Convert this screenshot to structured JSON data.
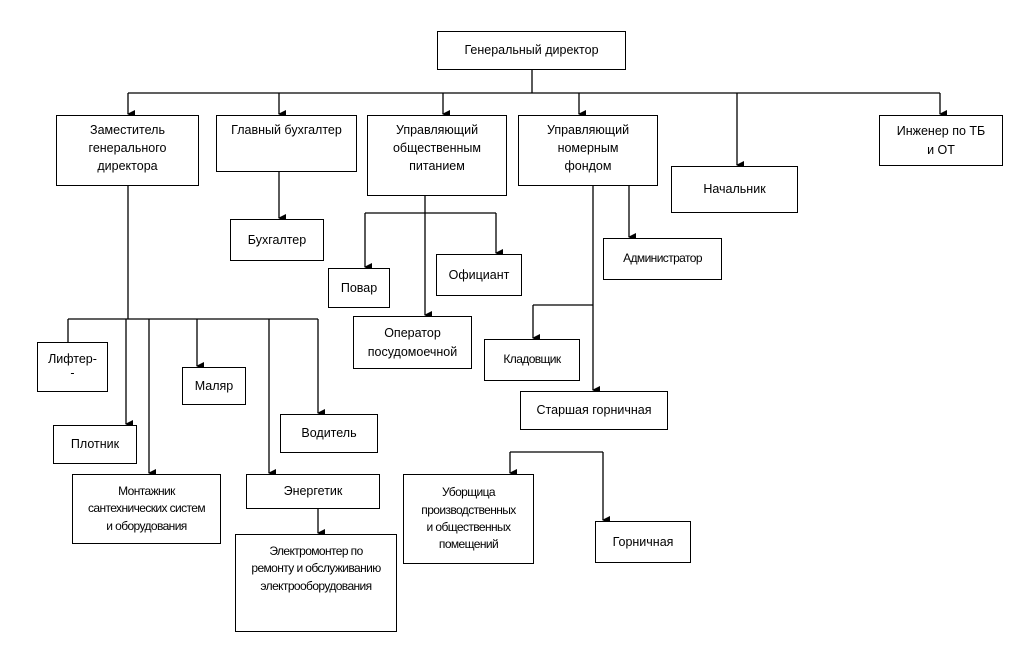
{
  "nodes": {
    "general_director": "Генеральный директор",
    "deputy_director": "Заместитель\nгенерального\nдиректора",
    "chief_accountant": "Главный бухгалтер",
    "catering_manager": "Управляющий\nобщественным\nпитанием",
    "rooms_manager": "Управляющий\nномерным\nфондом",
    "chief": "Начальник",
    "safety_engineer": "Инженер по ТБ\nи ОТ",
    "accountant": "Бухгалтер",
    "cook": "Повар",
    "waiter": "Официант",
    "dishwasher_operator": "Оператор\nпосудомоечной",
    "administrator": "Администратор",
    "storekeeper": "Кладовщик",
    "senior_maid": "Старшая горничная",
    "cleaner": "Уборщица\nпроизводственных\nи общественных\nпомещений",
    "maid": "Горничная",
    "lift_operator": "Лифтер-\n-",
    "carpenter": "Плотник",
    "painter": "Маляр",
    "driver": "Водитель",
    "plumber": "Монтажник\nсантехнических систем\nи оборудования",
    "power_engineer": "Энергетик",
    "electrician": "Электромонтер по\nремонту и обслуживанию\nэлектрооборудования"
  }
}
